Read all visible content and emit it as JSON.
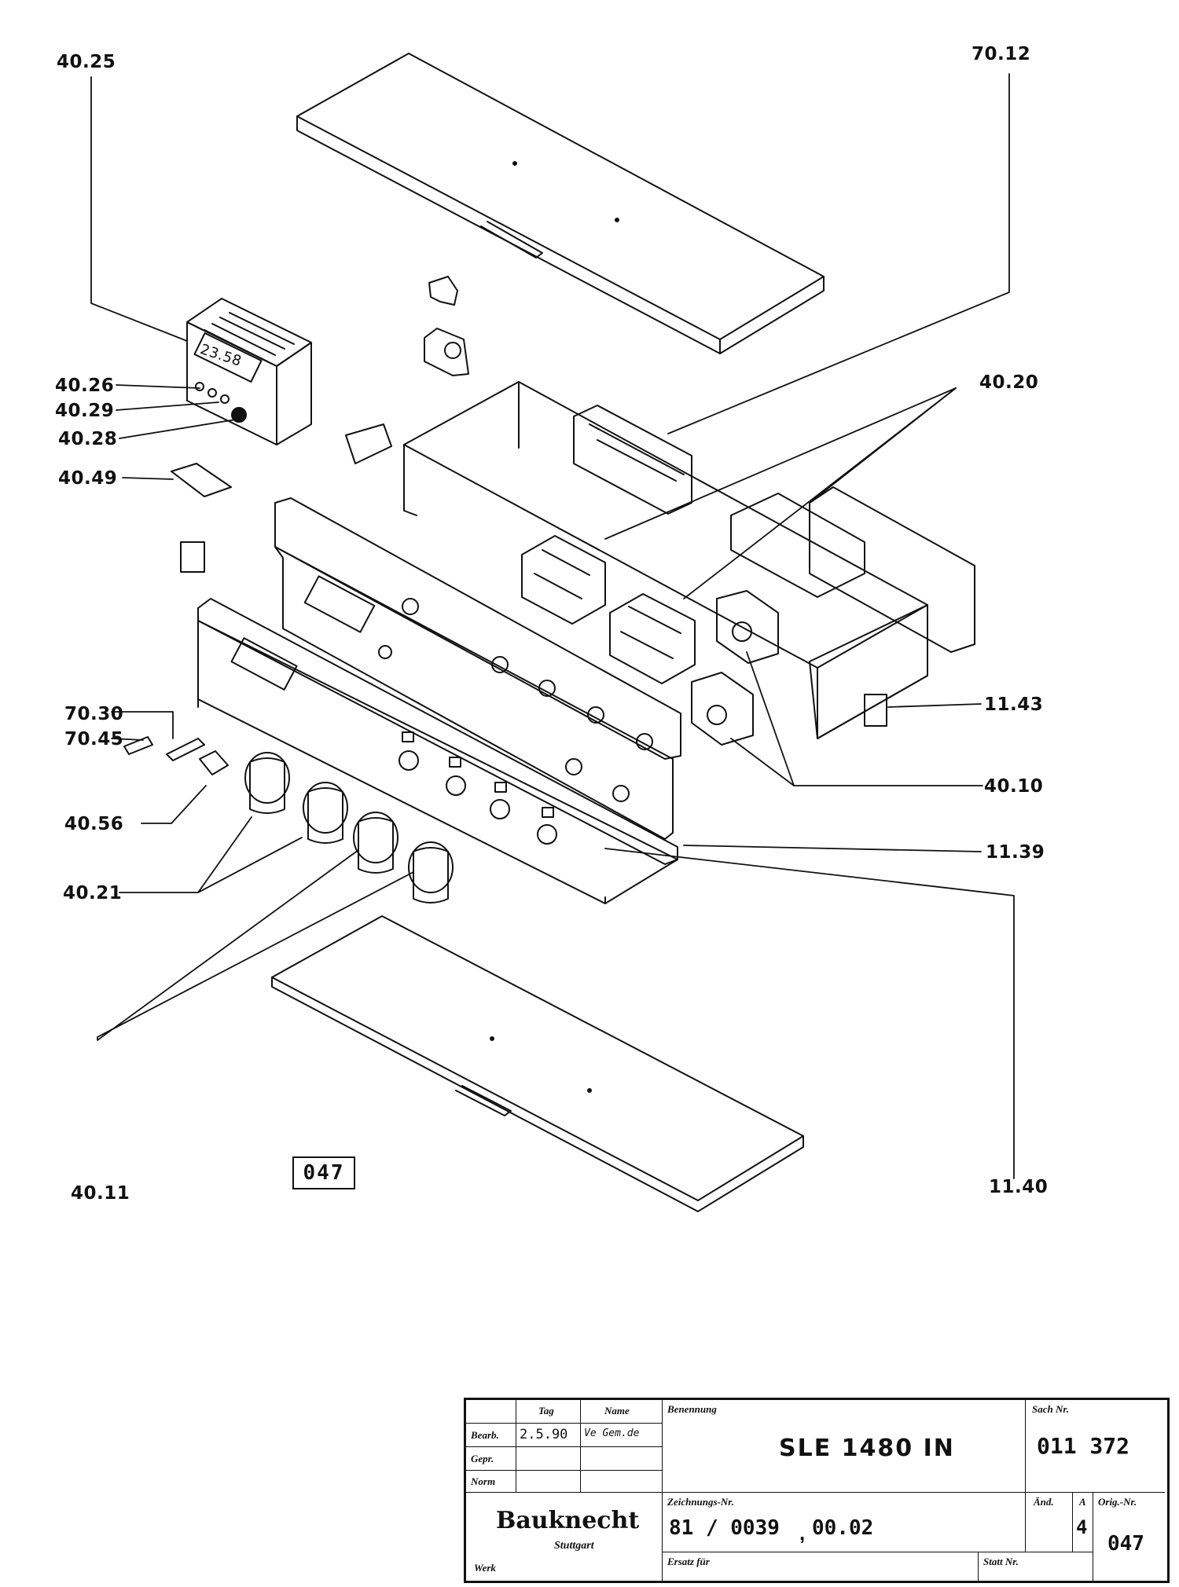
{
  "labels": {
    "l_4025": "40.25",
    "l_7012": "70.12",
    "l_4026": "40.26",
    "l_4029": "40.29",
    "l_4028": "40.28",
    "l_4049": "40.49",
    "l_4020": "40.20",
    "l_1143": "11.43",
    "l_7030": "70.30",
    "l_7045": "70.45",
    "l_4010": "40.10",
    "l_4056": "40.56",
    "l_1139": "11.39",
    "l_4021": "40.21",
    "l_4011": "40.11",
    "l_1140": "11.40",
    "clock_display": "23.58"
  },
  "sheet_number": "047",
  "title_block": {
    "col_tag": "Tag",
    "col_name": "Name",
    "row_bearb": "Bearb.",
    "row_gepr": "Gepr.",
    "row_norm": "Norm",
    "bearb_date": "2.5.90",
    "bearb_name": "Ve Gem.de",
    "benennung_label": "Benennung",
    "title": "SLE 1480 IN",
    "sach_label": "Sach Nr.",
    "sach_number": "011 372",
    "brand": "Bauknecht",
    "city": "Stuttgart",
    "werk_label": "Werk",
    "zeichnung_label": "Zeichnungs-Nr.",
    "zeichnung_number": "81 / 0039",
    "zeichnung_suffix": "00.02",
    "aend_label": "Änd.",
    "a_label": "A",
    "a_value": "4",
    "orig_label": "Orig.-Nr.",
    "orig_value": "047",
    "ersatz_label": "Ersatz für",
    "statt_label": "Statt Nr."
  }
}
